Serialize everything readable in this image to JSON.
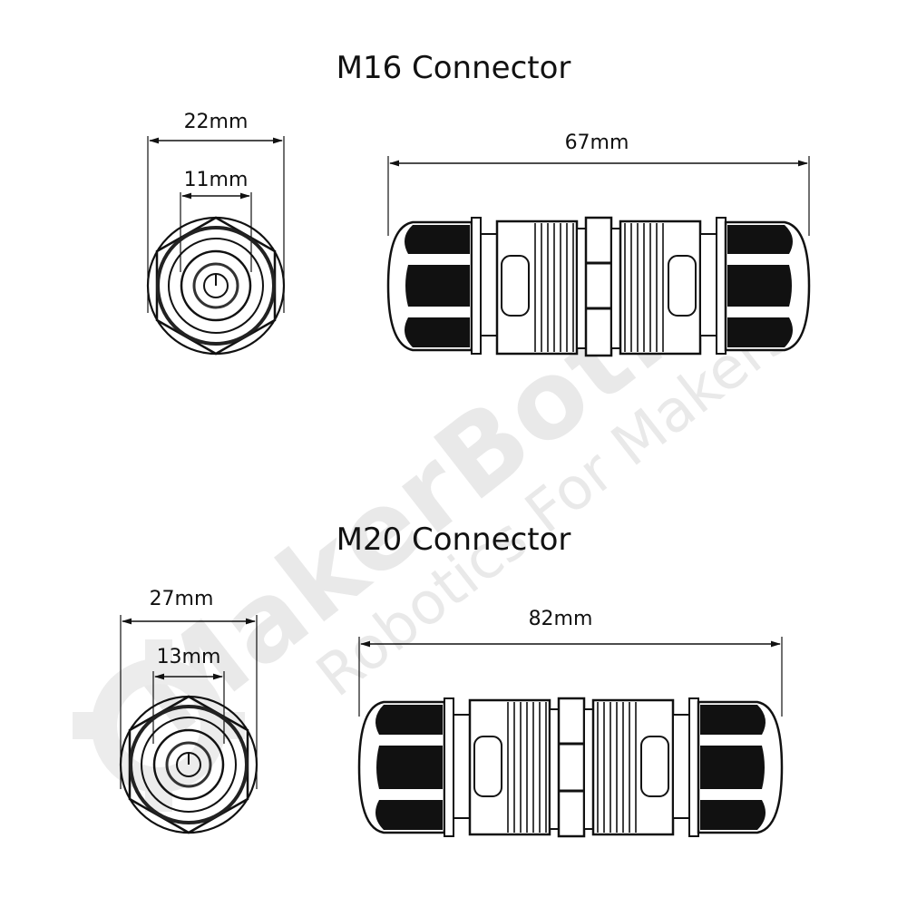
{
  "watermark": {
    "brand": "MakerBotics",
    "tagline": "Robotics For Makers"
  },
  "sections": [
    {
      "title": "M16 Connector",
      "end_view": {
        "outer_dim": "22mm",
        "inner_dim": "11mm"
      },
      "side_view": {
        "length_dim": "67mm"
      }
    },
    {
      "title": "M20 Connector",
      "end_view": {
        "outer_dim": "27mm",
        "inner_dim": "13mm"
      },
      "side_view": {
        "length_dim": "82mm"
      }
    }
  ]
}
